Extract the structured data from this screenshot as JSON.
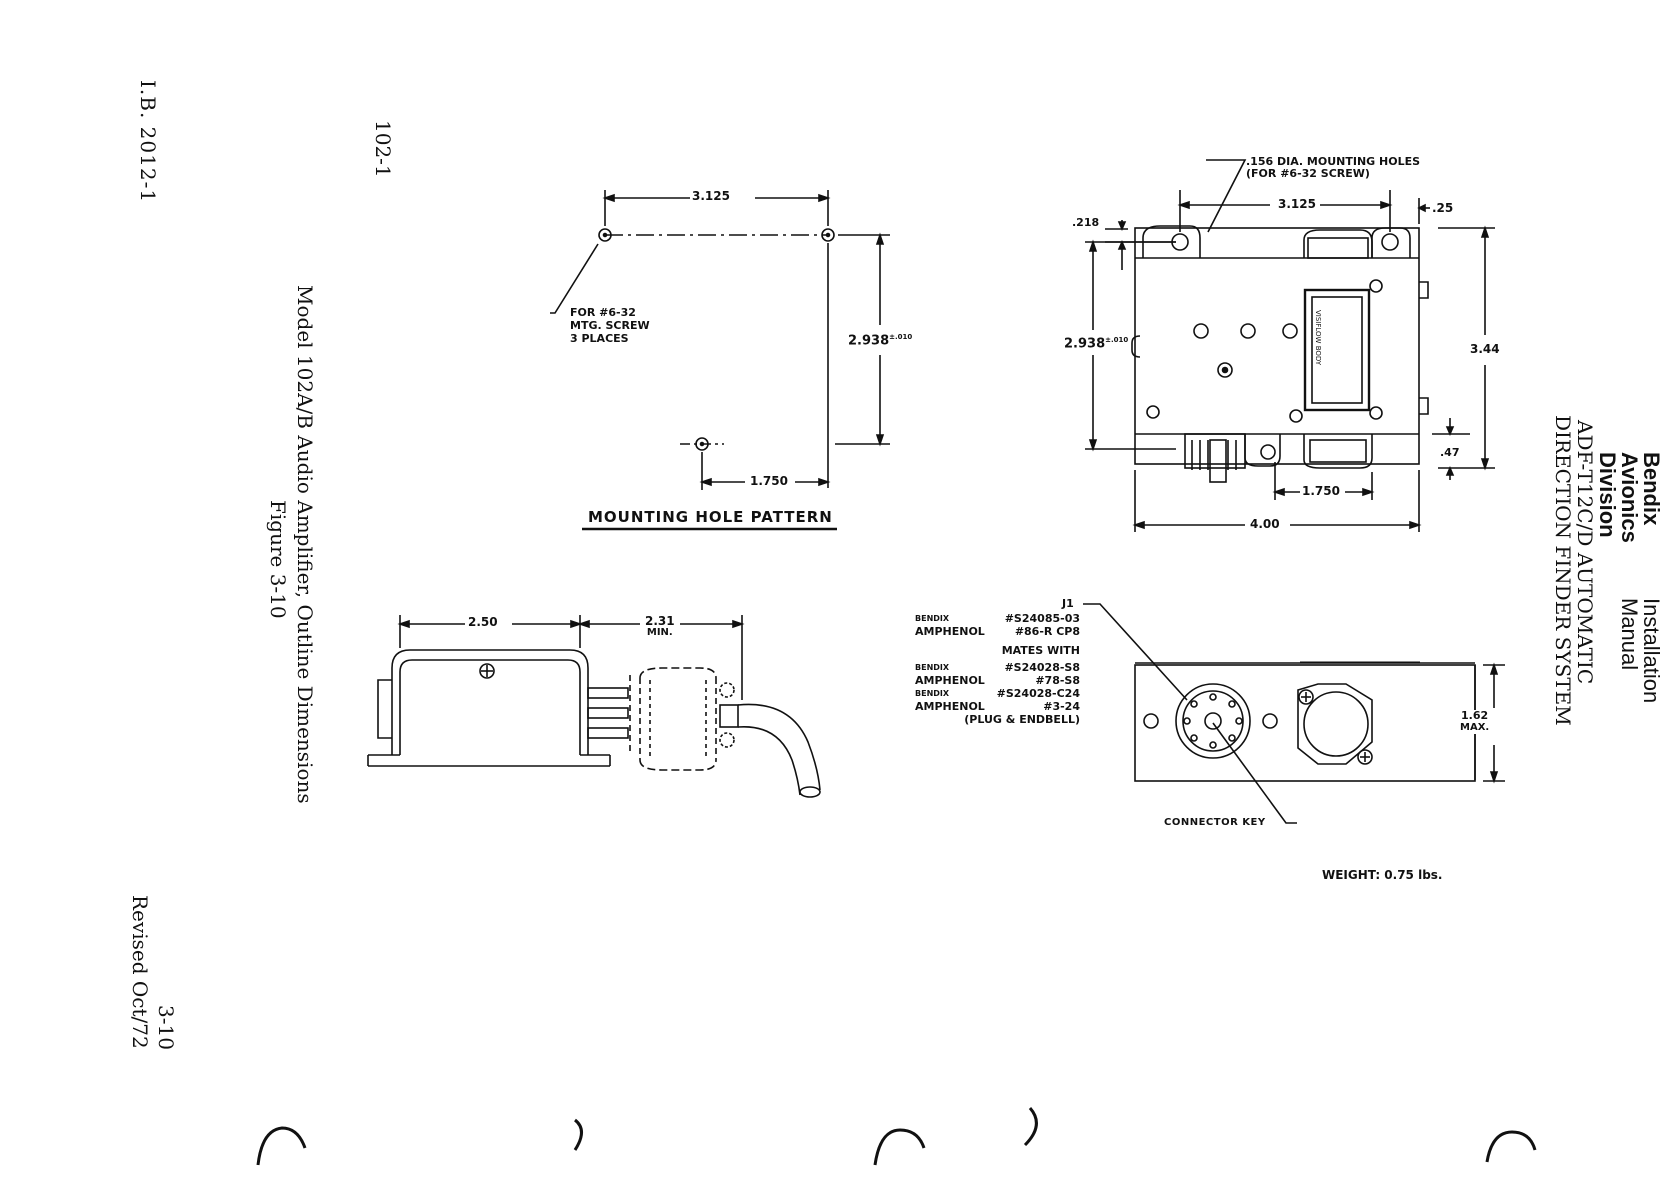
{
  "page": {
    "doc_id": "I.B. 2012-1",
    "page_code": "102-1",
    "caption_line1": "Model 102A/B Audio Amplifier, Outline Dimensions",
    "caption_line2": "Figure 3-10",
    "page_number": "3-10",
    "revised": "Revised Oct/72"
  },
  "header": {
    "brand_line1": "Bendix",
    "brand_line2": "Avionics",
    "brand_line3": "Division",
    "manual_line1": "Installation",
    "manual_line2": "Manual",
    "system_line1": "ADF-T12C/D AUTOMATIC",
    "system_line2": "DIRECTION FINDER SYSTEM"
  },
  "mounting_pattern": {
    "dim_top": "3.125",
    "dim_bottom": "1.750",
    "dim_side": "2.938",
    "tolerance": "±.010",
    "note_line1": "FOR #6-32",
    "note_line2": "MTG. SCREW",
    "note_line3": "3 PLACES",
    "title": "MOUNTING HOLE PATTERN"
  },
  "top_view": {
    "hole_note_line1": ".156 DIA. MOUNTING HOLES",
    "hole_note_line2": "(FOR #6-32 SCREW)",
    "dim_top": "3.125",
    "dim_right_offset": ".25",
    "dim_left_offset": ".218",
    "dim_side": "2.938",
    "tolerance": "±.010",
    "dim_height": "3.44",
    "dim_small": ".47",
    "dim_inner": "1.750",
    "dim_width": "4.00",
    "label_text": "VISIFLOW BODY"
  },
  "side_view": {
    "dim_left": "2.50",
    "dim_right": "2.31",
    "dim_right_note": "MIN."
  },
  "connector": {
    "j1_label": "J1",
    "row1_mfr": "BENDIX",
    "row1_part": "#S24085-03",
    "row2_mfr": "AMPHENOL",
    "row2_part": "#86-R CP8",
    "mates_with": "MATES WITH",
    "row3_mfr": "BENDIX",
    "row3_part": "#S24028-S8",
    "row4_mfr": "AMPHENOL",
    "row4_part": "#78-S8",
    "row5_mfr": "BENDIX",
    "row5_part": "#S24028-C24",
    "row6_mfr": "AMPHENOL",
    "row6_part": "#3-24",
    "row7_note": "(PLUG & ENDBELL)",
    "height_dim": "1.62",
    "height_note": "MAX.",
    "key_label": "CONNECTOR KEY"
  },
  "weight": "WEIGHT: 0.75 lbs."
}
